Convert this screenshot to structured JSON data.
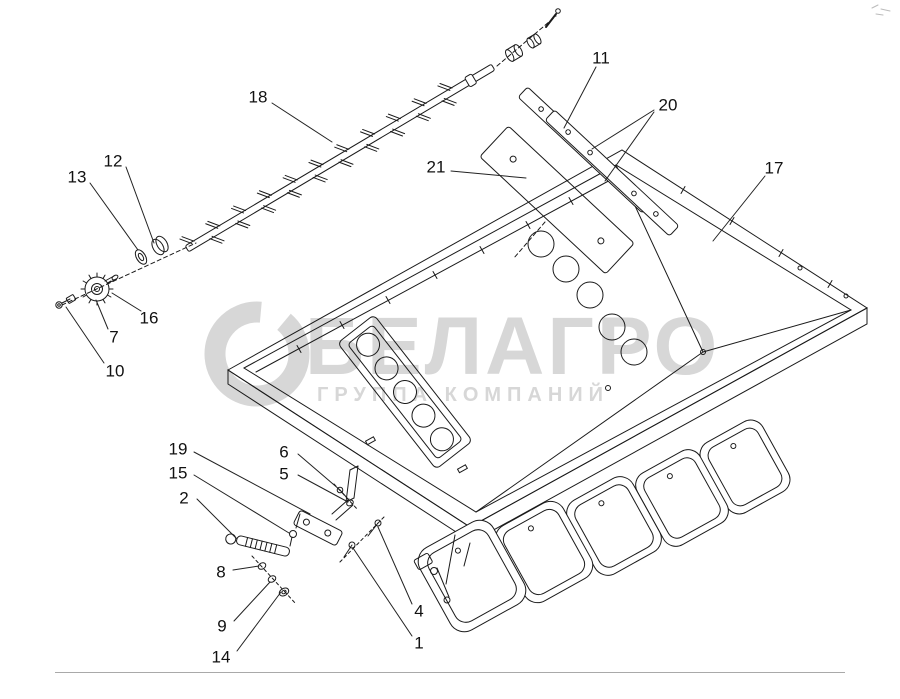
{
  "diagram": {
    "type": "exploded-parts-diagram",
    "watermark": {
      "brand": "БЕЛАГРО",
      "subtitle": "ГРУППА КОМПАНИЙ"
    },
    "colors": {
      "line": "#1a1a1a",
      "leader": "#222222",
      "watermark": "#d7d7d7"
    },
    "labels": {
      "1": "1",
      "2": "2",
      "4": "4",
      "5": "5",
      "6": "6",
      "7": "7",
      "8": "8",
      "9": "9",
      "10": "10",
      "11": "11",
      "12": "12",
      "13": "13",
      "14": "14",
      "15": "15",
      "16": "16",
      "17": "17",
      "18": "18",
      "19": "19",
      "20": "20",
      "21": "21"
    }
  }
}
